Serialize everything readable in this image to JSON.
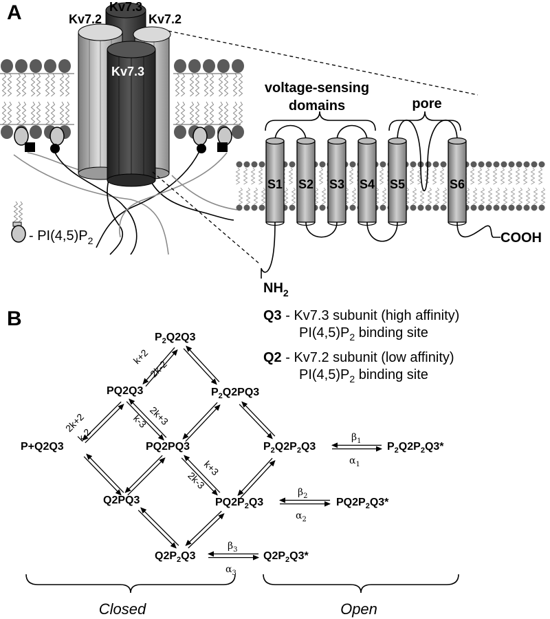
{
  "panel_a": {
    "label": "A",
    "channel_subunits": [
      "Kv7.3",
      "Kv7.2",
      "Kv7.2",
      "Kv7.3"
    ],
    "legend_pip2": "- PI(4,5)P",
    "legend_pip2_sub": "2",
    "brace_vsd_line1": "voltage-sensing",
    "brace_vsd_line2": "domains",
    "brace_pore": "pore",
    "segments": [
      "S1",
      "S2",
      "S3",
      "S4",
      "S5",
      "S6"
    ],
    "nterm": "NH",
    "nterm_sub": "2",
    "cterm": "COOH"
  },
  "panel_b": {
    "label": "B",
    "legend": [
      {
        "key": "Q3",
        "line1": " - Kv7.3 subunit  (high affinity)",
        "line2a": "PI(4,5)P",
        "line2sub": "2",
        "line2b": " binding site"
      },
      {
        "key": "Q2",
        "line1": " - Kv7.2 subunit  (low affinity)",
        "line2a": "PI(4,5)P",
        "line2sub": "2",
        "line2b": " binding site"
      }
    ],
    "states": {
      "s1": "P+Q2Q3",
      "s2": "PQ2Q3",
      "s3": "Q2PQ3",
      "s4a": "P",
      "s4b": "2",
      "s4c": "Q2Q3",
      "s5": "PQ2PQ3",
      "s6a": "Q2P",
      "s6b": "2",
      "s6c": "Q3",
      "s7a": "P",
      "s7b": "2",
      "s7c": "Q2PQ3",
      "s8a": "PQ2P",
      "s8b": "2",
      "s8c": "Q3",
      "s9a": "P",
      "s9b": "2",
      "s9c": "Q2P",
      "s9d": "2",
      "s9e": "Q3",
      "o1a": "P",
      "o1b": "2",
      "o1c": "Q2P",
      "o1d": "2",
      "o1e": "Q3*",
      "o2a": "PQ2P",
      "o2b": "2",
      "o2c": "Q3*",
      "o3a": "Q2P",
      "o3b": "2",
      "o3c": "Q3*"
    },
    "rates": {
      "r_2kp2": "2k+2",
      "r_km2": "k-2",
      "r_kp2": "k+2",
      "r_2km2": "2k-2",
      "r_2kp3": "2k+3",
      "r_km3": "k-3",
      "r_kp3": "k+3",
      "r_2km3": "2k-3",
      "beta": "β",
      "alpha": "α",
      "i1": "1",
      "i2": "2",
      "i3": "3"
    },
    "closed_label": "Closed",
    "open_label": "Open"
  },
  "colors": {
    "dark_subunit": "#3a3a3a",
    "light_subunit": "#b4b4b4",
    "lipid_head": "#5a5a5a",
    "helix_fill": "#8c8c8c"
  }
}
